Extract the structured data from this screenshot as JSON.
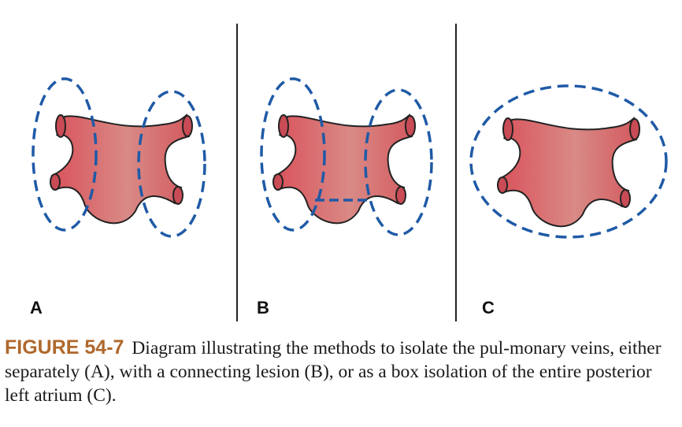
{
  "panels": [
    {
      "id": "A",
      "label": "A",
      "method": "separate"
    },
    {
      "id": "B",
      "label": "B",
      "method": "connecting"
    },
    {
      "id": "C",
      "label": "C",
      "method": "box"
    }
  ],
  "caption": {
    "figure_number": "FIGURE 54-7",
    "text": "Diagram illustrating the methods to isolate the pul-monary veins, either separately (A), with a connecting lesion (B), or as a box isolation of the entire posterior left atrium (C)."
  },
  "colors": {
    "atrium_fill_dark": "#d9525b",
    "atrium_fill_light": "#d98a86",
    "lesion_line": "#1f5aa6",
    "figure_number": "#b0682c"
  }
}
